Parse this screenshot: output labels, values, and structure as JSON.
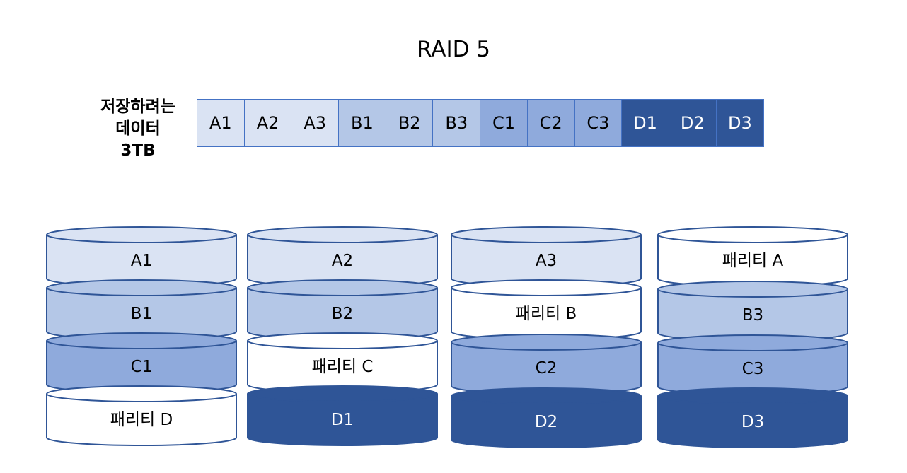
{
  "title": "RAID 5",
  "data_label": [
    "저장하려는",
    "데이터",
    "3TB"
  ],
  "colors": {
    "A": "#dae3f3",
    "B": "#b4c7e7",
    "C": "#8faadc",
    "D": "#2f5597",
    "parity": "#ffffff",
    "stroke": "#2f5597"
  },
  "blocks": [
    {
      "label": "A1",
      "group": "A"
    },
    {
      "label": "A2",
      "group": "A"
    },
    {
      "label": "A3",
      "group": "A"
    },
    {
      "label": "B1",
      "group": "B"
    },
    {
      "label": "B2",
      "group": "B"
    },
    {
      "label": "B3",
      "group": "B"
    },
    {
      "label": "C1",
      "group": "C"
    },
    {
      "label": "C2",
      "group": "C"
    },
    {
      "label": "C3",
      "group": "C"
    },
    {
      "label": "D1",
      "group": "D"
    },
    {
      "label": "D2",
      "group": "D"
    },
    {
      "label": "D3",
      "group": "D"
    }
  ],
  "disks": [
    {
      "layers": [
        {
          "label": "A1",
          "group": "A"
        },
        {
          "label": "B1",
          "group": "B"
        },
        {
          "label": "C1",
          "group": "C"
        },
        {
          "label": "패리티 D",
          "group": "parity"
        }
      ]
    },
    {
      "layers": [
        {
          "label": "A2",
          "group": "A"
        },
        {
          "label": "B2",
          "group": "B"
        },
        {
          "label": "패리티 C",
          "group": "parity"
        },
        {
          "label": "D1",
          "group": "D"
        }
      ]
    },
    {
      "layers": [
        {
          "label": "A3",
          "group": "A"
        },
        {
          "label": "패리티 B",
          "group": "parity"
        },
        {
          "label": "C2",
          "group": "C"
        },
        {
          "label": "D2",
          "group": "D"
        }
      ]
    },
    {
      "layers": [
        {
          "label": "패리티 A",
          "group": "parity"
        },
        {
          "label": "B3",
          "group": "B"
        },
        {
          "label": "C3",
          "group": "C"
        },
        {
          "label": "D3",
          "group": "D"
        }
      ]
    }
  ]
}
